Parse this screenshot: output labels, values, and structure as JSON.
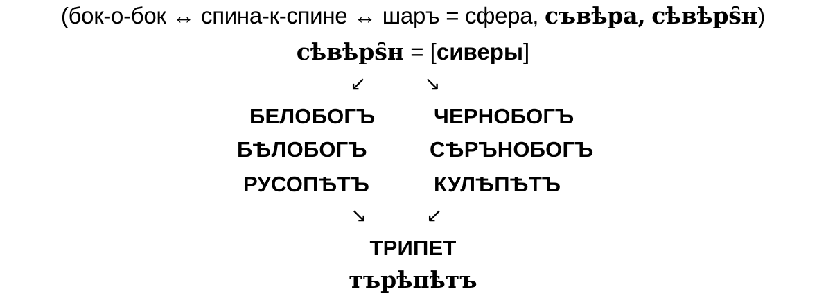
{
  "line1": {
    "prefix": "(бок-о-бок ↔ спина-к-спине ↔ шаръ = сфера,",
    "slav_word_1": "съвѣра,",
    "slav_word_2": "сѣвѣрѕ̑н",
    "suffix": ")"
  },
  "line2": {
    "slav_word": "сѣвѣрѕ̑н",
    "equals": "=",
    "bracket_open": "[",
    "modern_word": "сиверы",
    "bracket_close": "]"
  },
  "arrows_top": {
    "left": "↙",
    "right": "↘"
  },
  "left_column": {
    "row1": "БЕЛОБОГЪ",
    "row2": "БѢЛОБОГЪ",
    "row3": "РУСОПѢТЪ"
  },
  "right_column": {
    "row1": "ЧЕРНОБОГЪ",
    "row2": "СѢРЪНОБОГЪ",
    "row3": "КУЛѢПѢТЪ"
  },
  "arrows_bottom": {
    "left": "↘",
    "right": "↙"
  },
  "bottom": {
    "modern_word": "ТРИПЕТ",
    "slav_word": "търѣпѣтъ"
  }
}
